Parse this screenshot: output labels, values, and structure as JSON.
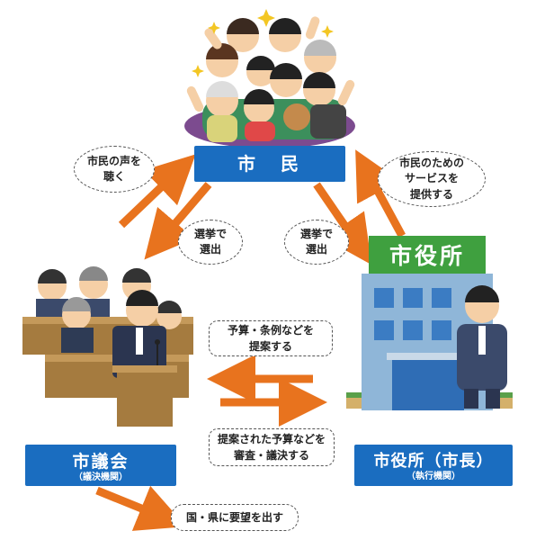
{
  "citizens": {
    "label": "市　民"
  },
  "city_office_sign": "市役所",
  "council": {
    "label": "市議会",
    "sub": "（議決機関）"
  },
  "mayor_office": {
    "label": "市役所（市長）",
    "sub": "（執行機関）"
  },
  "bubbles": {
    "listen": "市民の声を\n聴く",
    "elect_left": "選挙で\n選出",
    "elect_right": "選挙で\n選出",
    "services": "市民のための\nサービスを\n提供する",
    "propose": "予算・条例などを\n提案する",
    "decide": "提案された予算などを\n審査・議決する",
    "request": "国・県に要望を出す"
  },
  "colors": {
    "arrow": "#e8731e",
    "box": "#1a6dc0"
  }
}
